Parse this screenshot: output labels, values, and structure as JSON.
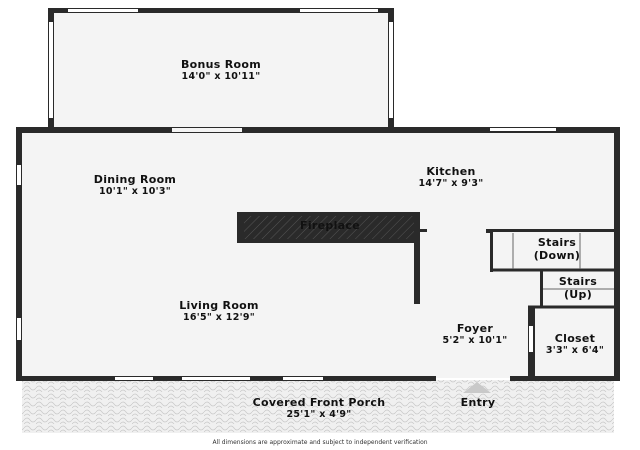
{
  "rooms": [
    {
      "name": "Bonus Room",
      "dims": "14'0\" x 10'11\""
    },
    {
      "name": "Dining Room",
      "dims": "10'1\" x 10'3\""
    },
    {
      "name": "Kitchen",
      "dims": "14'7\" x 9'3\""
    },
    {
      "name": "Fireplace"
    },
    {
      "name": "Stairs",
      "sub": "(Down)"
    },
    {
      "name": "Stairs",
      "sub": "(Up)"
    },
    {
      "name": "Living Room",
      "dims": "16'5\" x 12'9\""
    },
    {
      "name": "Foyer",
      "dims": "5'2\" x 10'1\""
    },
    {
      "name": "Closet",
      "dims": "3'3\" x 6'4\""
    },
    {
      "name": "Covered Front Porch",
      "dims": "25'1\" x 4'9\""
    }
  ],
  "entry_label": "Entry",
  "disclaimer": "All dimensions are approximate and subject to independent verification",
  "colors": {
    "wall": "#2a2a2a",
    "floor": "#f4f4f4",
    "window": "#ffffff",
    "porch": "#f0f0f0"
  }
}
